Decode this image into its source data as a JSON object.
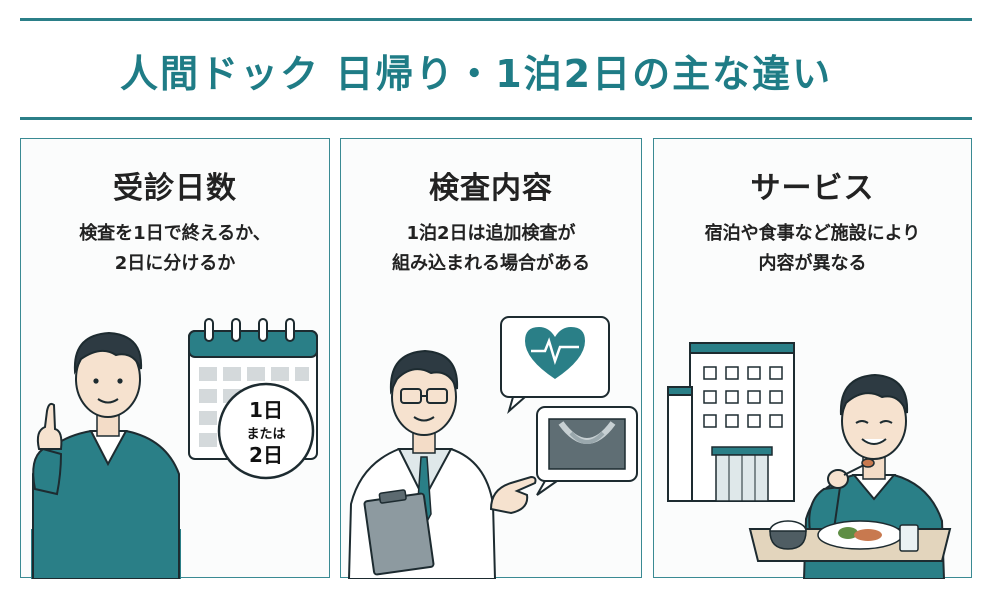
{
  "header": {
    "title": "人間ドック 日帰り・1泊2日の主な違い"
  },
  "panels": [
    {
      "title": "受診日数",
      "desc": [
        "検査を1日で終えるか、",
        "2日に分けるか"
      ],
      "badge": {
        "line1": "1日",
        "line2": "または",
        "line3": "2日"
      }
    },
    {
      "title": "検査内容",
      "desc": [
        "1泊2日は追加検査が",
        "組み込まれる場合がある"
      ]
    },
    {
      "title": "サービス",
      "desc": [
        "宿泊や食事など施設により",
        "内容が異なる"
      ]
    }
  ],
  "colors": {
    "accent": "#1f7c86",
    "teal": "#2a7f87",
    "line": "#3a8a93"
  }
}
